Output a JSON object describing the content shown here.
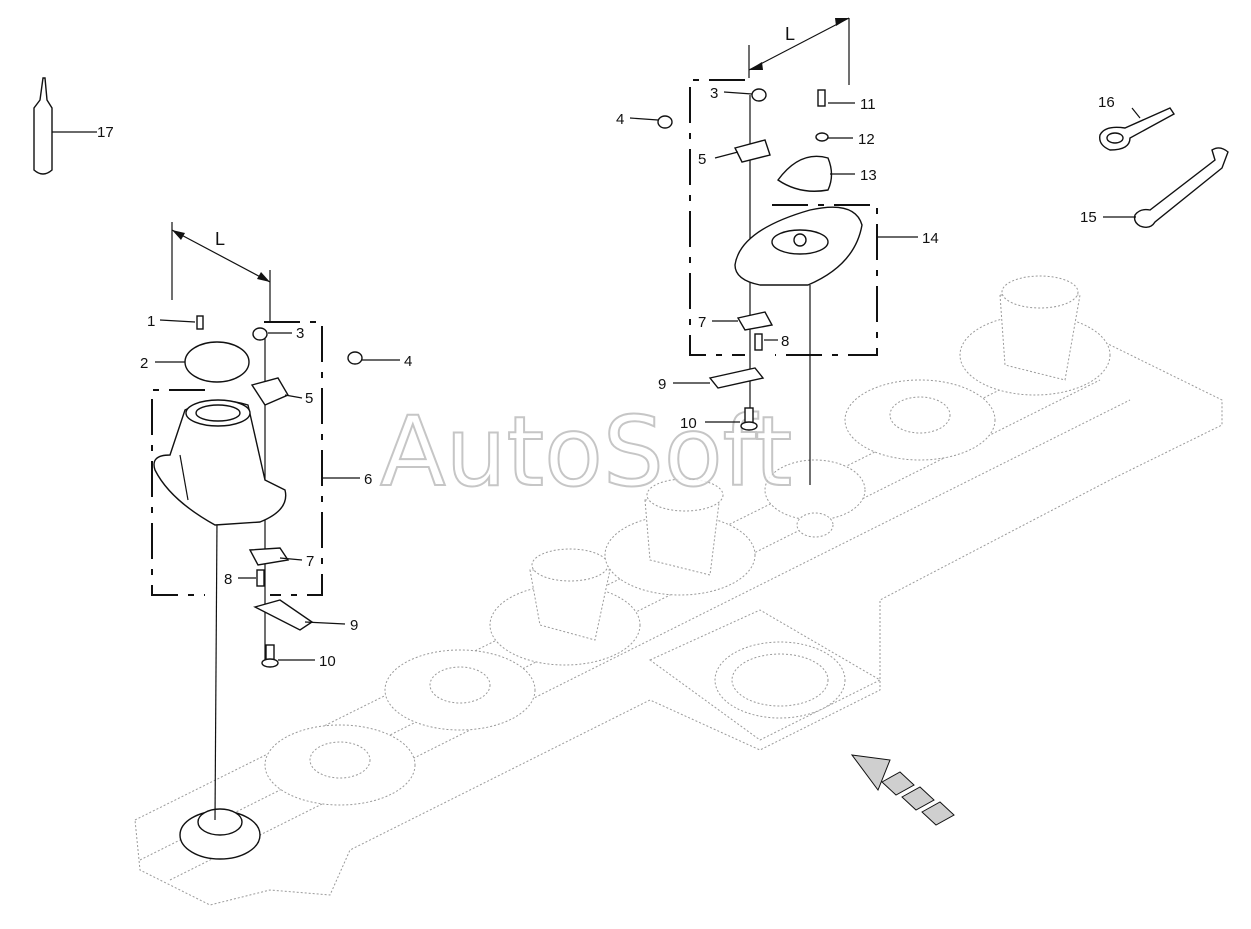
{
  "watermark": "AutoSoft",
  "dimension_labels": [
    "L",
    "L"
  ],
  "callouts": {
    "c1": "1",
    "c2": "2",
    "c3a": "3",
    "c4a": "4",
    "c5a": "5",
    "c6": "6",
    "c7a": "7",
    "c8a": "8",
    "c9a": "9",
    "c10a": "10",
    "c3b": "3",
    "c4b": "4",
    "c5b": "5",
    "c7b": "7",
    "c8b": "8",
    "c9b": "9",
    "c10b": "10",
    "c11": "11",
    "c12": "12",
    "c13": "13",
    "c14": "14",
    "c15": "15",
    "c16": "16",
    "c17": "17"
  }
}
